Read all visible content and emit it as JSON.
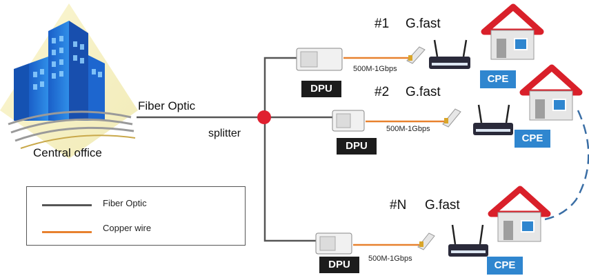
{
  "central_office": {
    "label": "Central office"
  },
  "fiber_label": "Fiber Optic",
  "splitter_label": "splitter",
  "branches": [
    {
      "id": "#1",
      "tech": "G.fast",
      "dpu": "DPU",
      "rate": "500M-1Gbps",
      "cpe": "CPE"
    },
    {
      "id": "#2",
      "tech": "G.fast",
      "dpu": "DPU",
      "rate": "500M-1Gbps",
      "cpe": "CPE"
    },
    {
      "id": "#N",
      "tech": "G.fast",
      "dpu": "DPU",
      "rate": "500M-1Gbps",
      "cpe": "CPE"
    }
  ],
  "legend": [
    {
      "label": "Fiber Optic",
      "color": "#555555"
    },
    {
      "label": "Copper wire",
      "color": "#e8812e"
    }
  ],
  "colors": {
    "fiber": "#555555",
    "copper": "#e8812e",
    "splitter": "#e02030",
    "cpe": "#2f86cf",
    "roof": "#d9202a"
  }
}
